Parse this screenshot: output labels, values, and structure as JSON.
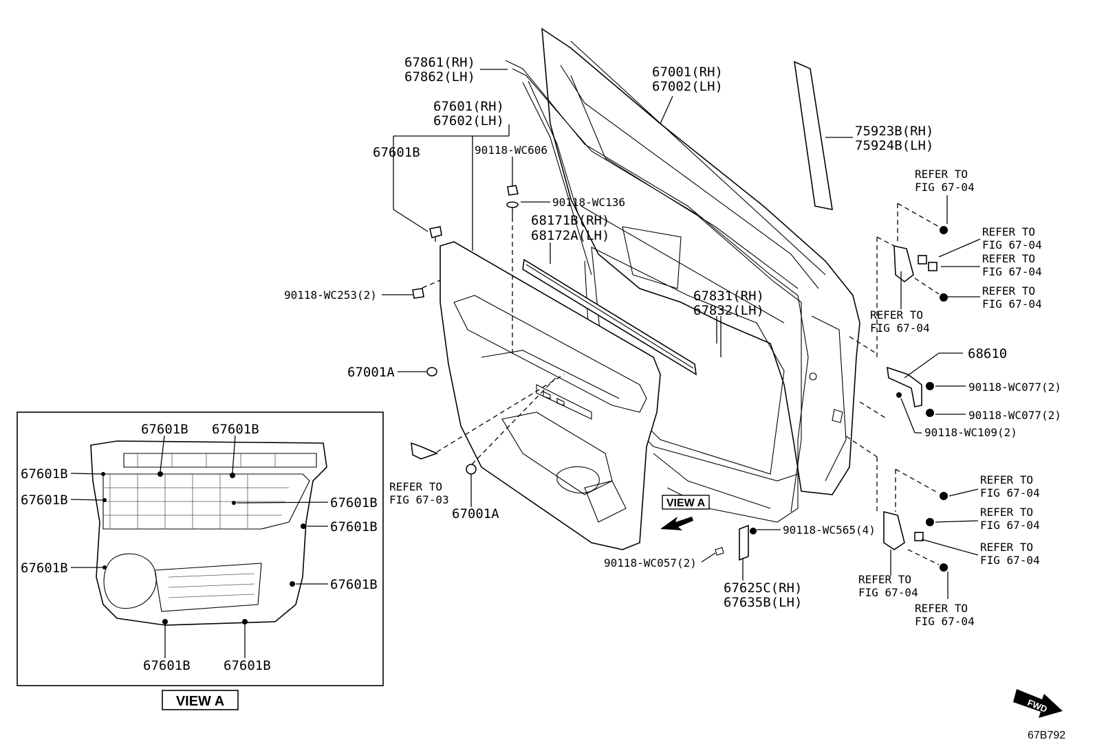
{
  "labels": {
    "p67861": "67861(RH)",
    "p67862": "67862(LH)",
    "p67601": "67601(RH)",
    "p67602": "67602(LH)",
    "p67001": "67001(RH)",
    "p67002": "67002(LH)",
    "p75923B": "75923B(RH)",
    "p75924B": "75924B(LH)",
    "p67601B_main": "67601B",
    "p90118_WC606": "90118-WC606",
    "p90118_WC136": "90118-WC136",
    "p68171B": "68171B(RH)",
    "p68172A": "68172A(LH)",
    "p90118_WC253": "90118-WC253(2)",
    "p67831": "67831(RH)",
    "p67832": "67832(LH)",
    "p67001A_a": "67001A",
    "p67001A_b": "67001A",
    "p68610": "68610",
    "p90118_WC077_a": "90118-WC077(2)",
    "p90118_WC077_b": "90118-WC077(2)",
    "p90118_WC109": "90118-WC109(2)",
    "p90118_WC565": "90118-WC565(4)",
    "p90118_WC057": "90118-WC057(2)",
    "p67625C": "67625C(RH)",
    "p67635B": "67635B(LH)",
    "refer_to": "REFER TO",
    "fig_67_03": "FIG 67-03",
    "fig_67_04": "FIG 67-04",
    "view_a_arrow": "VIEW A",
    "view_a_caption": "VIEW A",
    "fwd": "FWD",
    "diagram_id": "67B792"
  },
  "view_a": {
    "fastener": "67601B"
  }
}
